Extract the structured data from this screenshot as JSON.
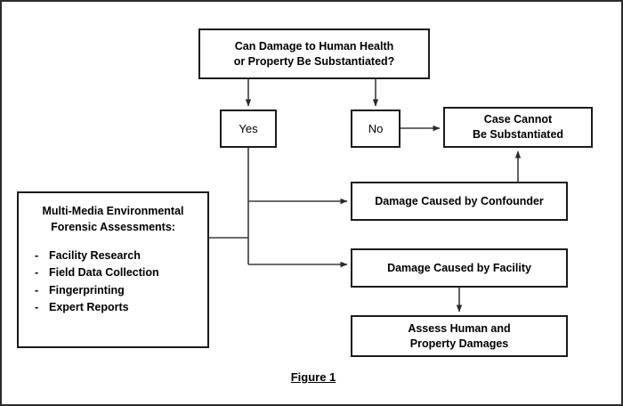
{
  "figure": {
    "caption": "Figure 1",
    "border_color": "#2b2b2b",
    "box_border_color": "#1a1a1a",
    "connector_color": "#3a3a3a",
    "background": "#ffffff",
    "text_color": "#000000"
  },
  "nodes": {
    "question": {
      "line1": "Can Damage to Human Health",
      "line2": "or Property Be Substantiated?"
    },
    "yes": {
      "label": "Yes"
    },
    "no": {
      "label": "No"
    },
    "case_cannot": {
      "line1": "Case Cannot",
      "line2": "Be Substantiated"
    },
    "confounder": {
      "label": "Damage Caused by Confounder"
    },
    "facility": {
      "label": "Damage Caused by Facility"
    },
    "assess": {
      "line1": "Assess Human and",
      "line2": "Property Damages"
    },
    "assessments": {
      "heading_line1": "Multi-Media Environmental",
      "heading_line2": "Forensic Assessments:",
      "bullet_marker": "-",
      "items": [
        "Facility Research",
        "Field Data Collection",
        "Fingerprinting",
        "Expert Reports"
      ]
    }
  }
}
